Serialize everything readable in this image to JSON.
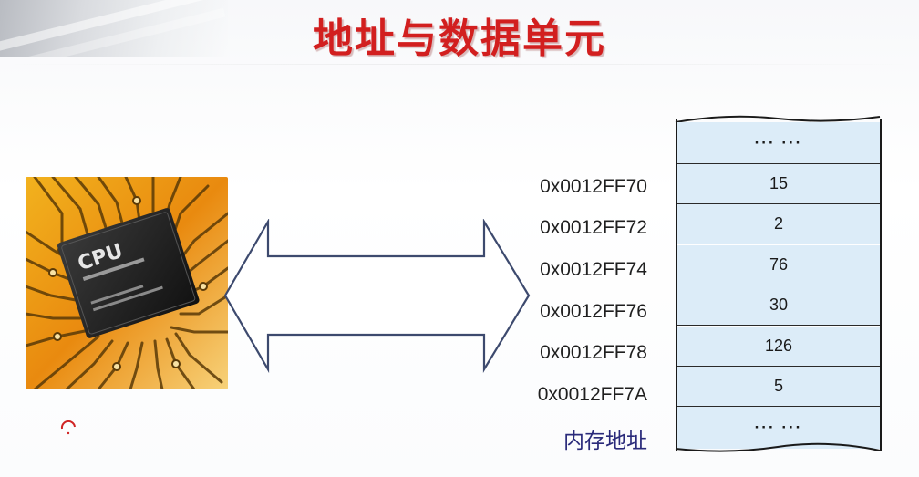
{
  "slide": {
    "title": "地址与数据单元",
    "cpu_image": {
      "chip_label": "CPU"
    },
    "memory": {
      "caption": "内存地址",
      "top_cell": "··· ···",
      "bottom_cell": "··· ···",
      "rows": [
        {
          "address": "0x0012FF70",
          "value": "15"
        },
        {
          "address": "0x0012FF72",
          "value": "2"
        },
        {
          "address": "0x0012FF74",
          "value": "76"
        },
        {
          "address": "0x0012FF76",
          "value": "30"
        },
        {
          "address": "0x0012FF78",
          "value": "126"
        },
        {
          "address": "0x0012FF7A",
          "value": "5"
        }
      ]
    },
    "colors": {
      "title": "#d21f1f",
      "cell_fill": "#dcecf8",
      "caption": "#2a2a7a"
    }
  }
}
